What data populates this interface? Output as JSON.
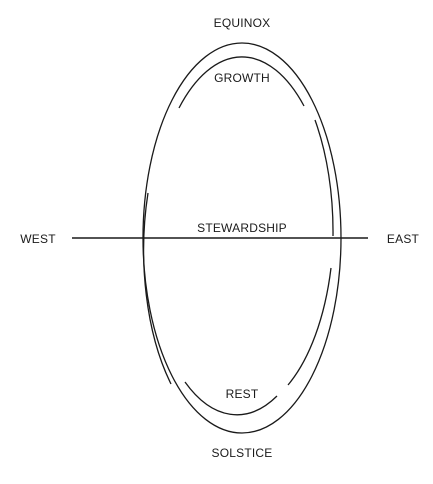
{
  "labels": {
    "top": "EQUINOX",
    "bottom": "SOLSTICE",
    "left": "WEST",
    "right": "EAST",
    "upper_inner": "GROWTH",
    "center": "STEWARDSHIP",
    "lower_inner": "REST"
  },
  "colors": {
    "line": "#1a1a1a",
    "background": "#ffffff"
  }
}
